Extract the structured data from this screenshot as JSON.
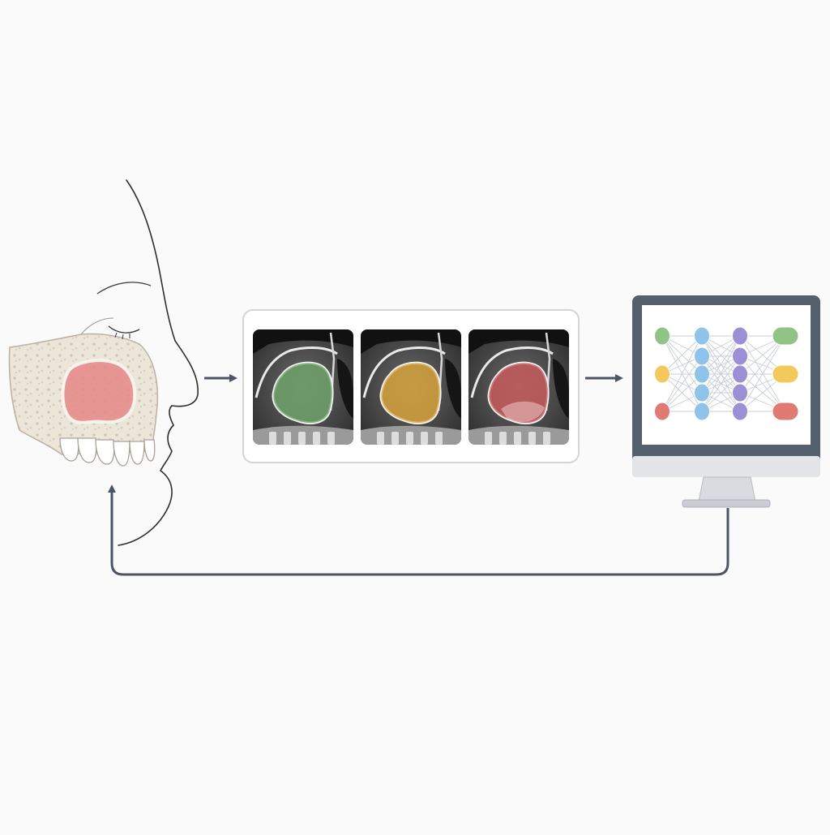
{
  "diagram": {
    "nodes": [
      {
        "id": "patient-head",
        "label": "",
        "icon": "head-profile-sinus-icon"
      },
      {
        "id": "ct-scan-panel",
        "label": "",
        "icon": "ct-scan-slices-icon"
      },
      {
        "id": "neural-network-monitor",
        "label": "",
        "icon": "monitor-neural-network-icon"
      }
    ],
    "edges": [
      {
        "from": "patient-head",
        "to": "ct-scan-panel",
        "label": ""
      },
      {
        "from": "ct-scan-panel",
        "to": "neural-network-monitor",
        "label": ""
      },
      {
        "from": "neural-network-monitor",
        "to": "patient-head",
        "label": ""
      }
    ],
    "ct_slices": [
      {
        "name": "ct-slice-green",
        "overlay_color": "#6fa56a"
      },
      {
        "name": "ct-slice-yellow",
        "overlay_color": "#d9a53a"
      },
      {
        "name": "ct-slice-red",
        "overlay_color": "#c85a5a"
      }
    ],
    "network": {
      "layers": [
        {
          "name": "input-layer",
          "colors": [
            "#8fc486",
            "#f2c95a",
            "#e07a72"
          ]
        },
        {
          "name": "hidden-layer-1",
          "colors": [
            "#8ec3ea",
            "#8ec3ea",
            "#8ec3ea",
            "#8ec3ea",
            "#8ec3ea"
          ]
        },
        {
          "name": "hidden-layer-2",
          "colors": [
            "#9d8fd6",
            "#9d8fd6",
            "#9d8fd6",
            "#9d8fd6",
            "#9d8fd6"
          ]
        },
        {
          "name": "output-layer",
          "colors": [
            "#8fc486",
            "#f2c95a",
            "#e07a72"
          ]
        }
      ]
    },
    "colors": {
      "arrow": "#4a5566",
      "sinus_highlight": "#e58c8c",
      "bone": "#ece6d8",
      "panel_border": "#d5d5d5",
      "monitor_frame": "#55606e"
    }
  }
}
